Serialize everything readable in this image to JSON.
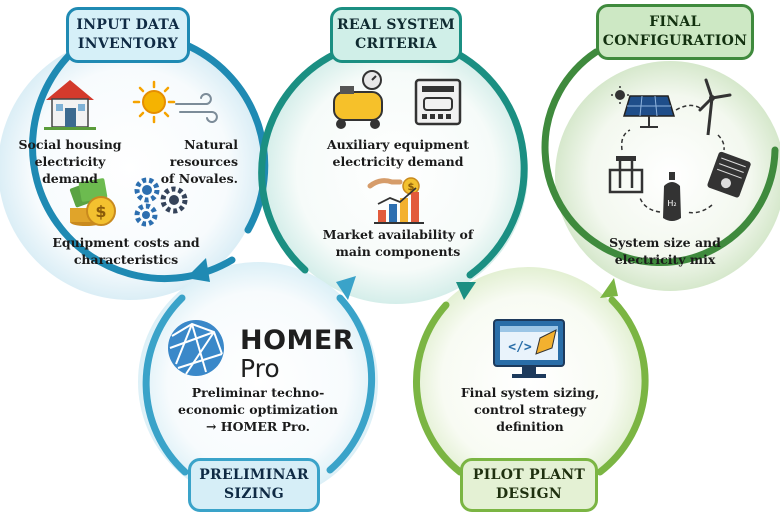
{
  "stages": {
    "input": {
      "title_lines": [
        "INPUT DATA",
        "INVENTORY"
      ],
      "items": {
        "social": [
          "Social housing",
          "electricity demand"
        ],
        "natural": [
          "Natural resources",
          "of Novales."
        ],
        "costs": [
          "Equipment costs and",
          "characteristics"
        ]
      },
      "color": "#1f8ab3"
    },
    "criteria": {
      "title_lines": [
        "REAL SYSTEM",
        "CRITERIA"
      ],
      "items": {
        "auxiliary": [
          "Auxiliary equipment",
          "electricity demand"
        ],
        "market": [
          "Market availability of",
          "main components"
        ]
      },
      "color": "#1b8f82"
    },
    "final": {
      "title_lines": [
        "FINAL",
        "CONFIGURATION"
      ],
      "items": {
        "size": [
          "System size and",
          "electricity mix"
        ]
      },
      "color": "#3f8a3d"
    },
    "preliminar": {
      "title_lines": [
        "PRELIMINAR",
        "SIZING"
      ],
      "items": {
        "optimization": [
          "Preliminar techno-",
          "economic optimization",
          "→ HOMER Pro."
        ]
      },
      "color": "#3aa3c9"
    },
    "pilot": {
      "title_lines": [
        "PILOT PLANT",
        "DESIGN"
      ],
      "items": {
        "design": [
          "Final system sizing,",
          "control strategy",
          "definition"
        ]
      },
      "color": "#7bb543"
    }
  },
  "homer_logo": {
    "name": "HOMER",
    "sub": "Pro"
  },
  "hydrogen_label": "H₂",
  "icons": [
    "house-icon",
    "sun-wind-icon",
    "money-icon",
    "gears-icon",
    "compressor-icon",
    "control-panel-icon",
    "market-chart-icon",
    "solar-panel-icon",
    "wind-turbine-icon",
    "battery-icon",
    "hydrogen-tank-icon",
    "electrolyzer-icon",
    "homer-logo-icon",
    "monitor-code-icon"
  ]
}
